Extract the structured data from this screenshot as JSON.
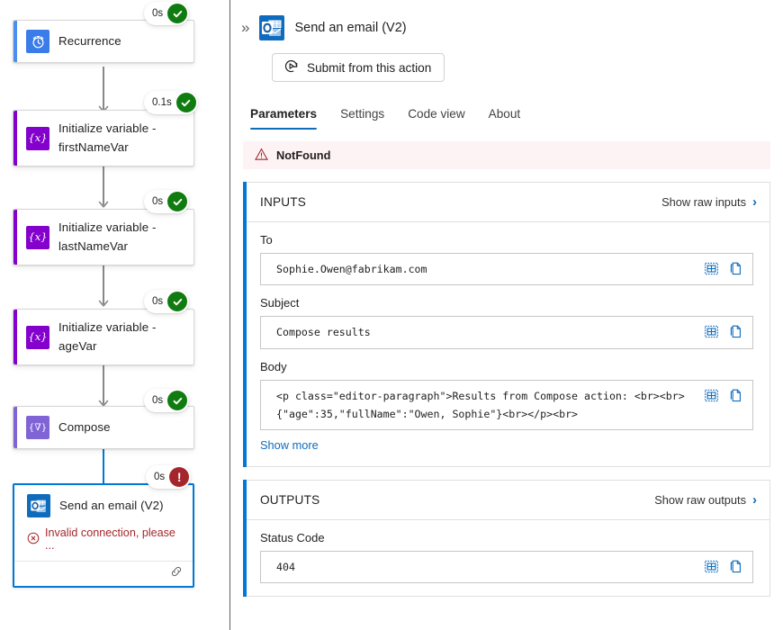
{
  "canvas": {
    "nodes": [
      {
        "title": "Recurrence",
        "icon": "clock-icon",
        "icon_bg": "#3b7de8",
        "accent": "#4a8ef0",
        "status_time": "0s",
        "status": "ok",
        "selected": false,
        "error": null
      },
      {
        "title": "Initialize variable - firstNameVar",
        "icon": "variable-icon",
        "icon_bg": "#8400cc",
        "accent": "#8400cc",
        "status_time": "0.1s",
        "status": "ok",
        "selected": false,
        "error": null
      },
      {
        "title": "Initialize variable - lastNameVar",
        "icon": "variable-icon",
        "icon_bg": "#8400cc",
        "accent": "#8400cc",
        "status_time": "0s",
        "status": "ok",
        "selected": false,
        "error": null
      },
      {
        "title": "Initialize variable - ageVar",
        "icon": "variable-icon",
        "icon_bg": "#8400cc",
        "accent": "#8400cc",
        "status_time": "0s",
        "status": "ok",
        "selected": false,
        "error": null
      },
      {
        "title": "Compose",
        "icon": "compose-icon",
        "icon_bg": "#8064d6",
        "accent": "#8064d6",
        "status_time": "0s",
        "status": "ok",
        "selected": false,
        "error": null
      },
      {
        "title": "Send an email (V2)",
        "icon": "outlook-icon",
        "icon_bg": "#0f6cbd",
        "accent": "#0078d4",
        "status_time": "0s",
        "status": "error",
        "selected": true,
        "error": "Invalid connection, please ..."
      }
    ],
    "colors": {
      "ok": "#107c10",
      "error": "#a4262c",
      "selected_border": "#0078d4",
      "connector": "#8a8886"
    }
  },
  "panel": {
    "collapse_icon": "chevron-double-right-icon",
    "title": "Send an email (V2)",
    "submit_label": "Submit from this action",
    "tabs": [
      {
        "label": "Parameters",
        "active": true
      },
      {
        "label": "Settings",
        "active": false
      },
      {
        "label": "Code view",
        "active": false
      },
      {
        "label": "About",
        "active": false
      }
    ],
    "error_banner": {
      "text": "NotFound",
      "icon": "warning-triangle-icon",
      "bg": "#fdf3f4"
    },
    "inputs": {
      "heading": "INPUTS",
      "raw_link": "Show raw inputs",
      "fields": [
        {
          "label": "To",
          "value": "Sophie.Owen@fabrikam.com",
          "show_more": null
        },
        {
          "label": "Subject",
          "value": "Compose results",
          "show_more": null
        },
        {
          "label": "Body",
          "value": "<p class=\"editor-paragraph\">Results from Compose action: <br><br>{\"age\":35,\"fullName\":\"Owen, Sophie\"}<br></p><br>",
          "show_more": "Show more"
        }
      ]
    },
    "outputs": {
      "heading": "OUTPUTS",
      "raw_link": "Show raw outputs",
      "fields": [
        {
          "label": "Status Code",
          "value": "404",
          "show_more": null
        }
      ]
    }
  }
}
